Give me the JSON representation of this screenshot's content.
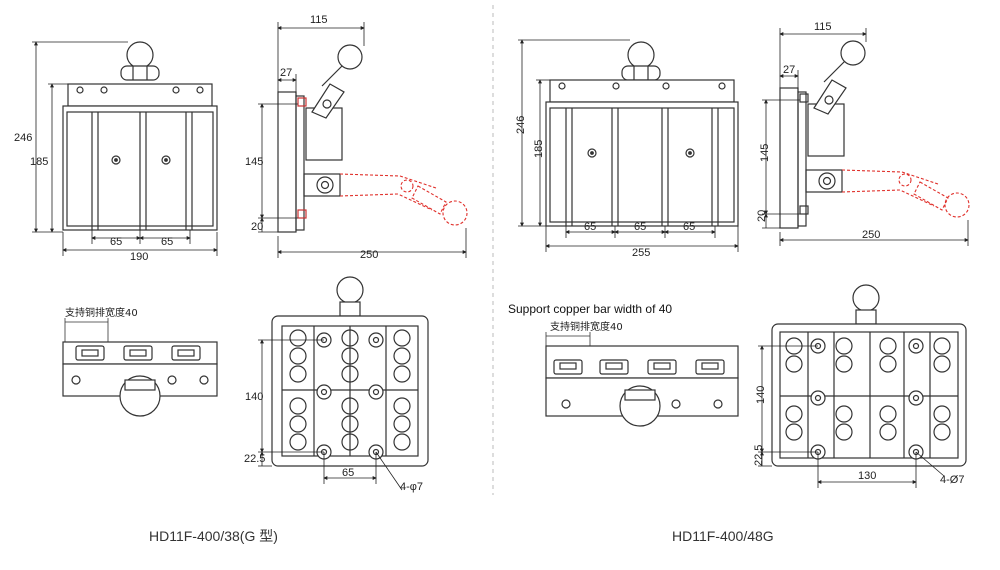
{
  "left": {
    "front": {
      "height_total": "246",
      "height_mid": "185",
      "pitch_1": "65",
      "pitch_2": "65",
      "width": "190"
    },
    "side": {
      "depth": "115",
      "offset": "27",
      "mount": "145",
      "bottom": "20",
      "swing": "250"
    },
    "bottom": {
      "note": "支持铜排宽度40"
    },
    "base": {
      "height": "140",
      "offset": "22.5",
      "pitch": "65",
      "holes": "4-φ7"
    },
    "caption": "HD11F-400/38(G 型)"
  },
  "right": {
    "front": {
      "height_total": "246",
      "height_mid": "185",
      "pitch_1": "65",
      "pitch_2": "65",
      "pitch_3": "65",
      "width": "255"
    },
    "side": {
      "depth": "115",
      "offset": "27",
      "mount": "145",
      "bottom": "20",
      "swing": "250"
    },
    "bottom": {
      "note_en": "Support copper bar width of 40",
      "note": "支持铜排宽度40"
    },
    "base": {
      "height": "140",
      "offset": "22.5",
      "pitch": "130",
      "holes": "4-Ø7"
    },
    "caption": "HD11F-400/48G"
  },
  "colors": {
    "line": "#333333",
    "red_dash": "#e0302b"
  }
}
